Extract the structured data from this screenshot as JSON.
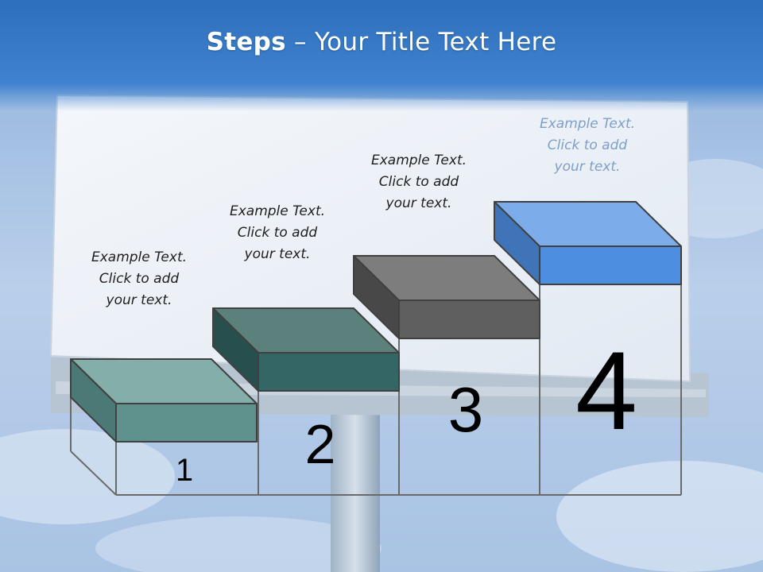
{
  "title": {
    "bold": "Steps",
    "rest": " – Your Title Text Here"
  },
  "steps": [
    {
      "number": "1",
      "caption": "Example Text.\nClick  to add\nyour text.",
      "top_color": "#84aeaa",
      "front_color": "#5f918d",
      "side_color": "#4b7a76"
    },
    {
      "number": "2",
      "caption": "Example Text.\nClick  to add\nyour text.",
      "top_color": "#5c807c",
      "front_color": "#336664",
      "side_color": "#274f4d"
    },
    {
      "number": "3",
      "caption": "Example Text.\nClick  to add\nyour text.",
      "top_color": "#7d7d7d",
      "front_color": "#5f5f5f",
      "side_color": "#484848"
    },
    {
      "number": "4",
      "caption": "Example Text.\nClick  to add\nyour text.",
      "top_color": "#7cacea",
      "front_color": "#4d8ee0",
      "side_color": "#3f75b8"
    }
  ]
}
